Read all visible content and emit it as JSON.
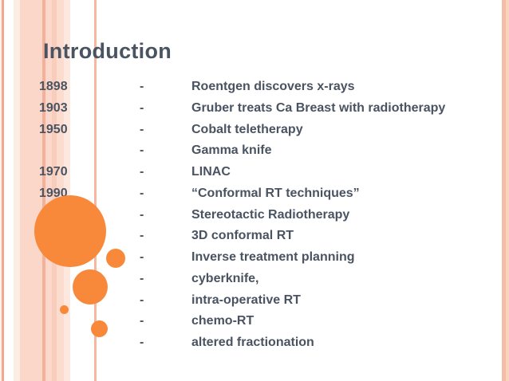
{
  "slide": {
    "title": "Introduction"
  },
  "timeline": {
    "dash": "-",
    "rows": [
      {
        "year": "1898",
        "event": "Roentgen discovers x-rays"
      },
      {
        "year": "1903",
        "event": "Gruber treats Ca Breast with radiotherapy"
      },
      {
        "year": "1950",
        "event": "Cobalt teletherapy"
      },
      {
        "year": "",
        "event": "Gamma knife"
      },
      {
        "year": "1970",
        "event": "LINAC"
      },
      {
        "year": "1990",
        "event": "“Conformal RT techniques”"
      },
      {
        "year": "",
        "event": "Stereotactic Radiotherapy"
      },
      {
        "year": "",
        "event": "3D conformal RT"
      },
      {
        "year": "",
        "event": "Inverse treatment planning"
      },
      {
        "year": "",
        "event": "cyberknife,"
      },
      {
        "year": "",
        "event": "intra-operative RT"
      },
      {
        "year": "",
        "event": "chemo-RT"
      },
      {
        "year": "",
        "event": "altered fractionation"
      }
    ]
  },
  "colors": {
    "text": "#4a5361",
    "accent_orange": "#f8893a",
    "stripe_salmon": "#f4b098",
    "stripe_pink": "#fbd7c9"
  }
}
